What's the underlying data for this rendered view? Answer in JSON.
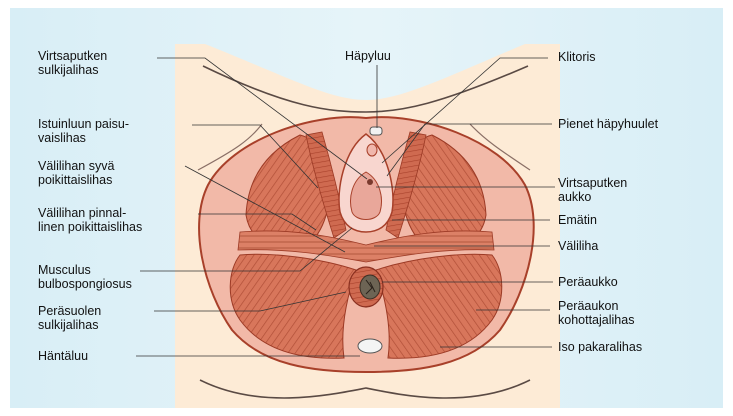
{
  "colors": {
    "background_band": "#dff1f7",
    "skin": "#fdebd5",
    "skin_outline": "#5a4a44",
    "muscle": "#d7775d",
    "muscle_dark": "#a8402a",
    "membrane": "#f6cfc6",
    "leader_line": "#333333"
  },
  "labels_left": [
    {
      "lines": [
        "Virtsaputken",
        "sulkijalihas"
      ]
    },
    {
      "lines": [
        "Istuinluun paisu-",
        "vaislihas"
      ]
    },
    {
      "lines": [
        "Välilihan syvä",
        "poikittaislihas"
      ]
    },
    {
      "lines": [
        "Välilihan pinnal-",
        "linen poikittaislihas"
      ]
    },
    {
      "lines": [
        "Musculus",
        "bulbospongiosus"
      ]
    },
    {
      "lines": [
        "Peräsuolen",
        "sulkijalihas"
      ]
    },
    {
      "lines": [
        "Häntäluu"
      ]
    }
  ],
  "label_top": {
    "lines": [
      "Häpyluu"
    ]
  },
  "labels_right": [
    {
      "lines": [
        "Klitoris"
      ]
    },
    {
      "lines": [
        "Pienet häpyhuulet"
      ]
    },
    {
      "lines": [
        "Virtsaputken",
        "aukko"
      ]
    },
    {
      "lines": [
        "Emätin"
      ]
    },
    {
      "lines": [
        "Väliliha"
      ]
    },
    {
      "lines": [
        "Peräaukko"
      ]
    },
    {
      "lines": [
        "Peräaukon",
        "kohottajalihas"
      ]
    },
    {
      "lines": [
        "Iso pakaralihas"
      ]
    }
  ]
}
